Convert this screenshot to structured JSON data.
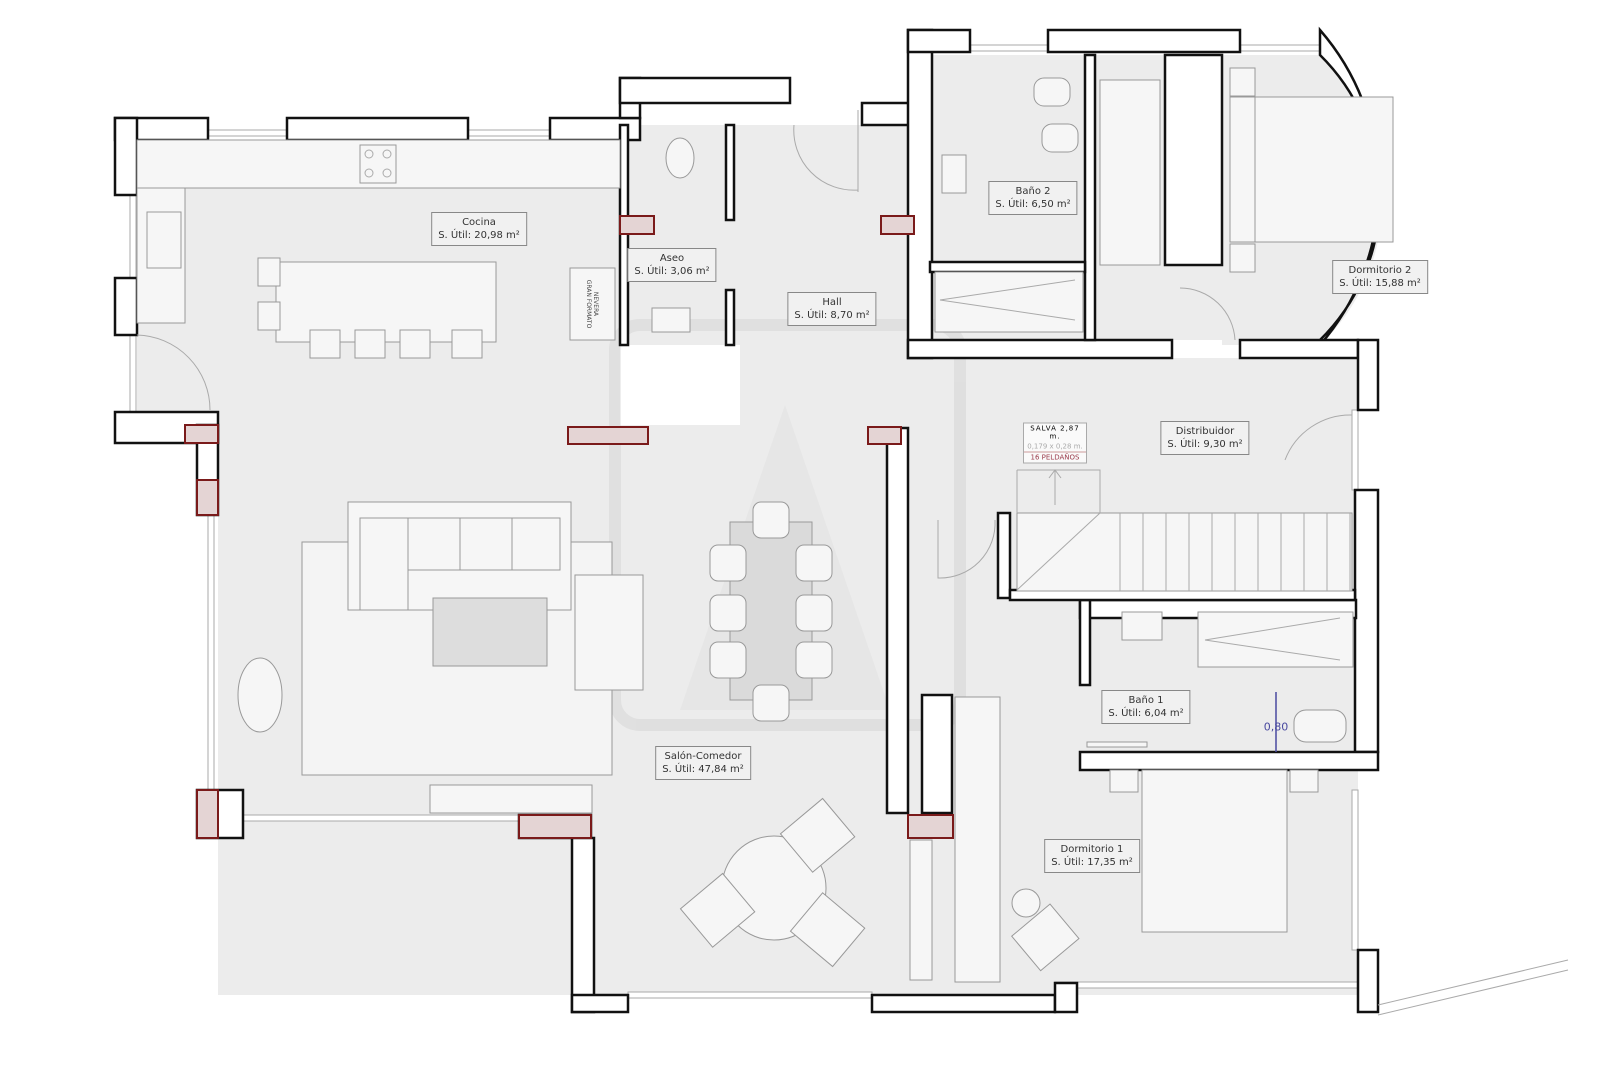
{
  "rooms": [
    {
      "name": "Cocina",
      "area": "S. Útil: 20,98 m²"
    },
    {
      "name": "Aseo",
      "area": "S. Útil: 3,06 m²"
    },
    {
      "name": "Hall",
      "area": "S. Útil: 8,70 m²"
    },
    {
      "name": "Baño 2",
      "area": "S. Útil: 6,50 m²"
    },
    {
      "name": "Dormitorio 2",
      "area": "S. Útil: 15,88 m²"
    },
    {
      "name": "Distribuidor",
      "area": "S. Útil: 9,30 m²"
    },
    {
      "name": "Baño 1",
      "area": "S. Útil: 6,04 m²"
    },
    {
      "name": "Dormitorio 1",
      "area": "S. Útil: 17,35 m²"
    },
    {
      "name": "Salón-Comedor",
      "area": "S. Útil: 47,84 m²"
    }
  ],
  "stairs": {
    "height": "SALVA 2,87 m.",
    "step": "0,179 x 0,28 m.",
    "steps": "16 PELDAÑOS"
  },
  "dimension": "0,80",
  "fridge": {
    "line1": "NEVERA",
    "line2": "GRAN FORMATO"
  },
  "colors": {
    "walls": "#111111",
    "floor": "#ececec",
    "columns": "#7a1a1a",
    "dimension": "#4a4aa0"
  }
}
